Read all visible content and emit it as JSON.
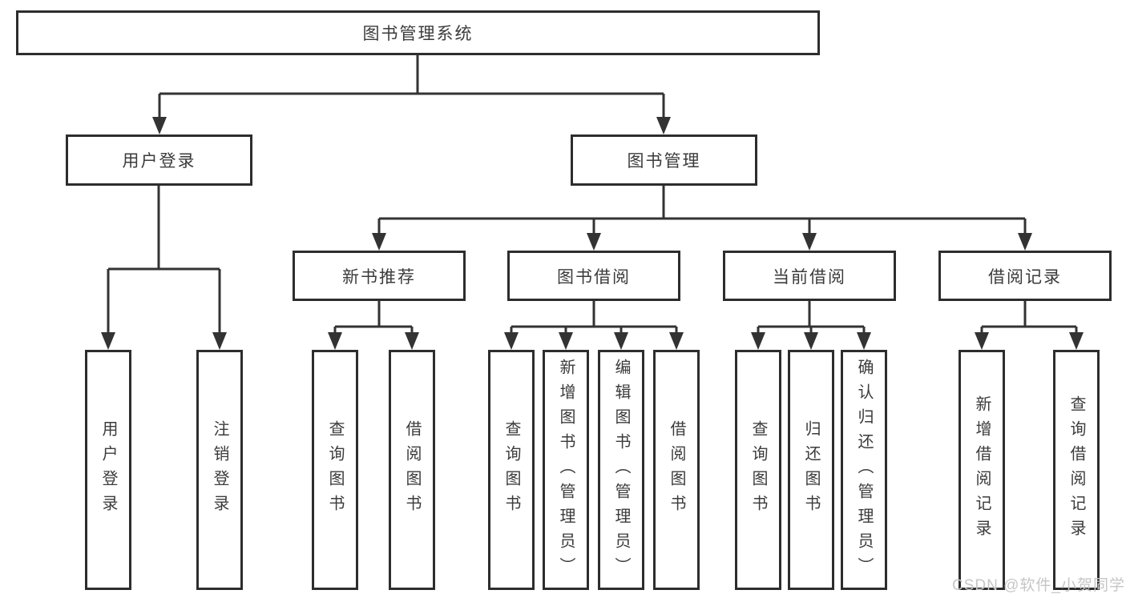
{
  "tree": {
    "root": "图书管理系统",
    "children": [
      {
        "label": "用户登录",
        "children": [
          "用户登录",
          "注销登录"
        ]
      },
      {
        "label": "图书管理",
        "children": [
          {
            "label": "新书推荐",
            "children": [
              "查询图书",
              "借阅图书"
            ]
          },
          {
            "label": "图书借阅",
            "children": [
              "查询图书",
              "新增图书（管理员）",
              "编辑图书（管理员）",
              "借阅图书"
            ]
          },
          {
            "label": "当前借阅",
            "children": [
              "查询图书",
              "归还图书",
              "确认归还（管理员）"
            ]
          },
          {
            "label": "借阅记录",
            "children": [
              "新增借阅记录",
              "查询借阅记录"
            ]
          }
        ]
      }
    ]
  },
  "watermark": {
    "text": "CSDN @软件_小贺同学"
  },
  "colors": {
    "line": "#333333",
    "box_border": "#2d2d2d",
    "text": "#3b3b3b",
    "watermark": "#c6c6c6",
    "background": "#ffffff"
  }
}
